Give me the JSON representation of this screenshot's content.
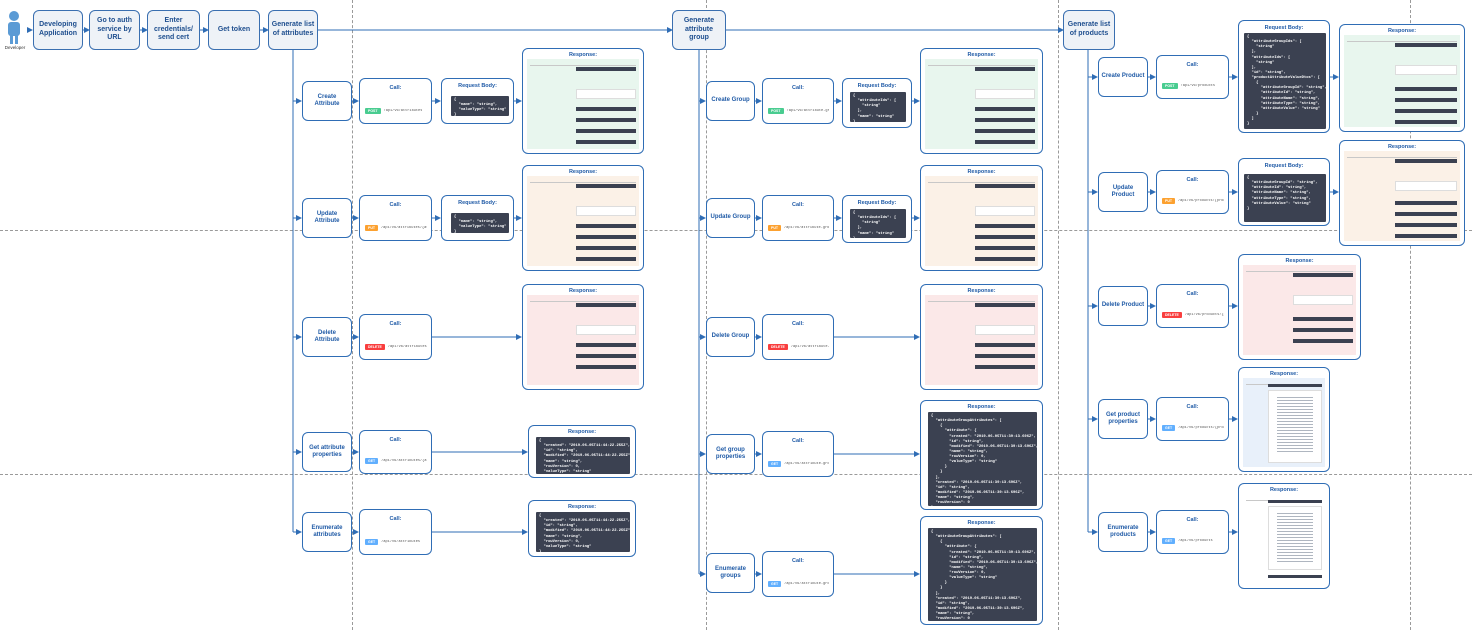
{
  "actor": {
    "label": "Developer"
  },
  "top_flow": {
    "developing_app": "Developing Application",
    "auth_service": "Go to auth service by URL",
    "credentials": "Enter credentials/ send cert",
    "get_token": "Get token",
    "gen_attributes": "Generate list of attributes",
    "gen_attribute_group": "Generate attribute group",
    "gen_products": "Generate list of products"
  },
  "common": {
    "call_title": "Call:",
    "request_title": "Request Body:",
    "response_title": "Response:"
  },
  "methods": {
    "post": "POST",
    "put": "PUT",
    "delete": "DELETE",
    "get": "GET"
  },
  "colors": {
    "border": "#2f6db5",
    "text": "#1f5aa6",
    "post": "#49cc90",
    "put": "#fca130",
    "delete": "#f93e3e",
    "get": "#61affe",
    "code_bg": "#3b4151"
  },
  "attributes": {
    "create": {
      "label": "Create Attribute",
      "path": "/api/v6/attributes",
      "request": "{\n  \"name\": \"string\",\n  \"valueType\": \"string\"\n}"
    },
    "update": {
      "label": "Update Attribute",
      "path": "/api/v6/attributes/{attributeId}",
      "request": "{\n  \"name\": \"string\",\n  \"valueType\": \"string\"\n}"
    },
    "delete": {
      "label": "Delete Attribute",
      "path": "/api/v6/attributes/{attributeId}"
    },
    "get_props": {
      "label": "Get attribute properties",
      "path": "/api/v6/attributes/{attributeId}",
      "response": "{\n  \"created\": \"2019-06-05T11:44:22.255Z\",\n  \"id\": \"string\",\n  \"modified\": \"2019-06-05T11:44:22.255Z\",\n  \"name\": \"string\",\n  \"rowVersion\": 0,\n  \"valueType\": \"string\"\n}"
    },
    "enumerate": {
      "label": "Enumerate attributes",
      "path": "/api/v6/attributes",
      "response": "{\n  \"created\": \"2019-06-05T11:44:22.255Z\",\n  \"id\": \"string\",\n  \"modified\": \"2019-06-05T11:44:22.255Z\",\n  \"name\": \"string\",\n  \"rowVersion\": 0,\n  \"valueType\": \"string\"\n}"
    }
  },
  "groups": {
    "create": {
      "label": "Create Group",
      "path": "/api/v6/attribute-groups",
      "request": "{\n  \"attributeIds\": [\n    \"string\"\n  ],\n  \"name\": \"string\"\n}"
    },
    "update": {
      "label": "Update Group",
      "path": "/api/v6/attribute-groups/{attributeGroupId}",
      "request": "{\n  \"attributeIds\": [\n    \"string\"\n  ],\n  \"name\": \"string\"\n}"
    },
    "delete": {
      "label": "Delete Group",
      "path": "/api/v6/attribute-groups/{attributeGroupId}"
    },
    "get_props": {
      "label": "Get group properties",
      "path": "/api/v6/attribute-groups/{attributeGroupId}",
      "response": "{\n  \"attributeGroupAttributes\": [\n    {\n      \"attribute\": {\n        \"created\": \"2019-06-05T11:39:13.696Z\",\n        \"id\": \"string\",\n        \"modified\": \"2019-06-05T11:39:13.696Z\",\n        \"name\": \"string\",\n        \"rowVersion\": 0,\n        \"valueType\": \"string\"\n      }\n    }\n  ],\n  \"created\": \"2019-06-05T11:39:13.696Z\",\n  \"id\": \"string\",\n  \"modified\": \"2019-06-05T11:39:13.696Z\",\n  \"name\": \"string\",\n  \"rowVersion\": 0\n}"
    },
    "enumerate": {
      "label": "Enumerate groups",
      "path": "/api/v6/attribute-groups",
      "response": "{\n  \"attributeGroupAttributes\": [\n    {\n      \"attribute\": {\n        \"created\": \"2019-06-05T11:39:13.696Z\",\n        \"id\": \"string\",\n        \"modified\": \"2019-06-05T11:39:13.696Z\",\n        \"name\": \"string\",\n        \"rowVersion\": 0,\n        \"valueType\": \"string\"\n      }\n    }\n  ],\n  \"created\": \"2019-06-05T11:39:13.696Z\",\n  \"id\": \"string\",\n  \"modified\": \"2019-06-05T11:39:13.696Z\",\n  \"name\": \"string\",\n  \"rowVersion\": 0\n}"
    }
  },
  "products": {
    "create": {
      "label": "Create Product",
      "path": "/api/v6/products",
      "request": "{\n  \"attributeGroupIds\": [\n    \"string\"\n  ],\n  \"attributeIds\": [\n    \"string\"\n  ],\n  \"id\": \"string\",\n  \"productAttributeValueDtos\": [\n    {\n      \"attributeGroupId\": \"string\",\n      \"attributeId\": \"string\",\n      \"attributeName\": \"string\",\n      \"attributeType\": \"string\",\n      \"attributeValue\": \"string\"\n    }\n  ]\n}"
    },
    "update": {
      "label": "Update Product",
      "path": "/api/v6/products/{productId}",
      "request": "{\n  \"attributeGroupId\": \"string\",\n  \"attributeId\": \"string\",\n  \"attributeName\": \"string\",\n  \"attributeType\": \"string\",\n  \"attributeValue\": \"string\"\n}"
    },
    "delete": {
      "label": "Delete Product",
      "path": "/api/v6/products/{productId}"
    },
    "get_props": {
      "label": "Get product properties",
      "path": "/api/v6/products/{productId}"
    },
    "enumerate": {
      "label": "Enumerate products",
      "path": "/api/v6/products"
    }
  }
}
